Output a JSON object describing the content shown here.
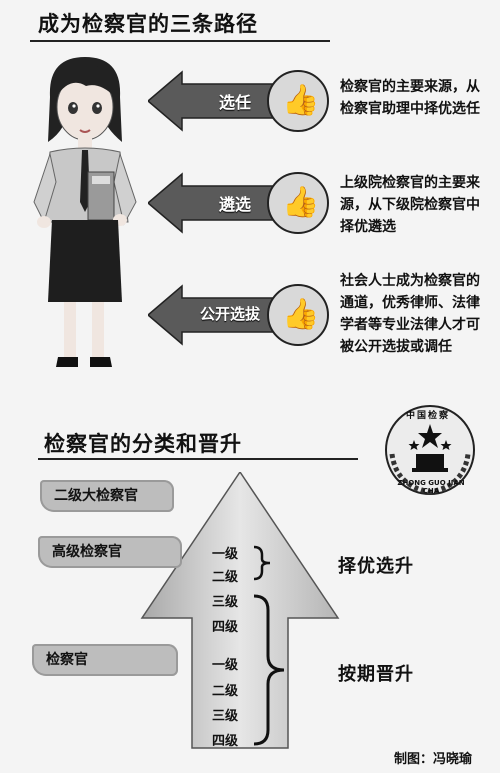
{
  "section1": {
    "title": "成为检察官的三条路径"
  },
  "paths": [
    {
      "label": "选任",
      "desc": [
        "检察官的主要来源，从",
        "检察官助理中择优选任"
      ]
    },
    {
      "label": "遴选",
      "desc": [
        "上级院检察官的主要来",
        "源，从下级院检察官中",
        "择优遴选"
      ]
    },
    {
      "label": "公开选拔",
      "desc": [
        "社会人士成为检察官的",
        "通道，优秀律师、法律",
        "学者等专业法律人才可",
        "被公开选拔或调任"
      ]
    }
  ],
  "section2": {
    "title": "检察官的分类和晋升"
  },
  "emblem": {
    "top": "中国检察",
    "bottom": "ZHONG GUO JIAN CHA"
  },
  "categories": [
    "二级大检察官",
    "高级检察官",
    "检察官"
  ],
  "grades": [
    "一级",
    "二级",
    "三级",
    "四级",
    "一级",
    "二级",
    "三级",
    "四级"
  ],
  "promotion": {
    "merit": "择优选升",
    "scheduled": "按期晋升"
  },
  "credit": "制图：冯晓瑜",
  "colors": {
    "arrow_dark": "#5a5a5a",
    "arrow_light": "#d9d9d9",
    "brush": "#bdbdbd"
  }
}
